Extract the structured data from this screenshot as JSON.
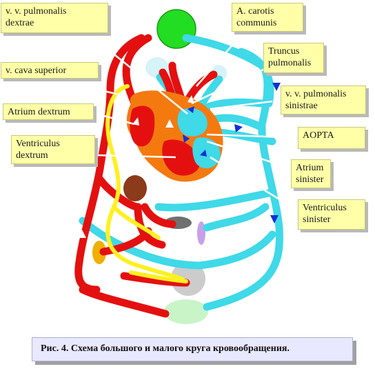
{
  "labels": {
    "pulm_dextrae": "v. v. pulmonalis\ndextrae",
    "carotis": "A. carotis\ncommunis",
    "truncus": "Truncus\npulmonalis",
    "cava_superior": "v. cava superior",
    "pulm_sinistrae": "v. v. pulmonalis\nsinistrae",
    "atrium_dextrum": "Atrium dextrum",
    "aorta": "AOPTA",
    "ventriculus_dextrum": "Ventriculus\ndextrum",
    "atrium_sinister": "Atrium\nsinister",
    "ventriculus_sinister": "Ventriculus\nsinister"
  },
  "caption": "Рис. 4. Схема большого и малого круга кровообращения.",
  "colors": {
    "arterial_red": "#e41010",
    "venous_cyan": "#3fd9e8",
    "heart_orange": "#f47a10",
    "lymph_yellow": "#fff020",
    "arrow_blue": "#1030d8",
    "label_bg": "#ffffa8",
    "head_green": "#22dd22"
  }
}
